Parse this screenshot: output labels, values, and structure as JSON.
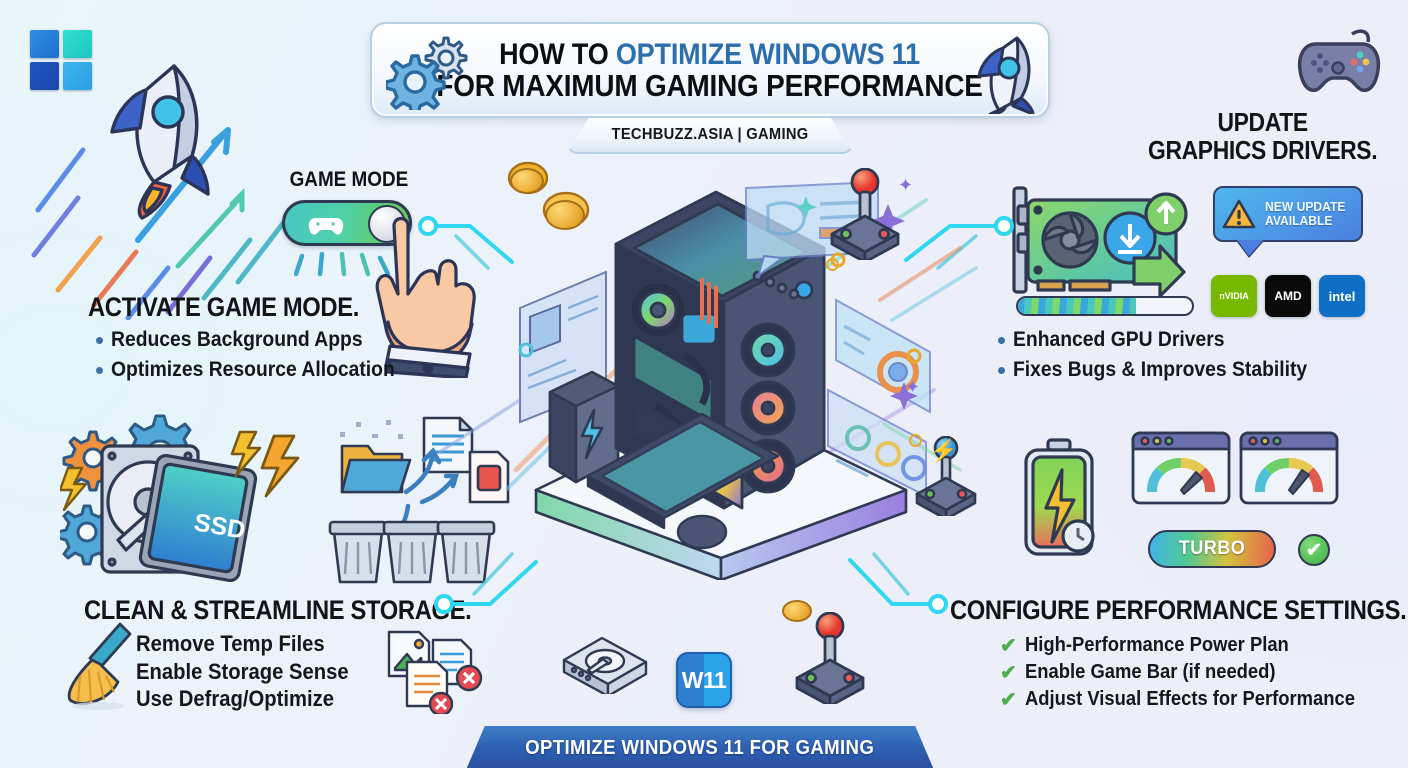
{
  "meta": {
    "accent_blue": "#2d6fae",
    "banner_blue": "#2f62b4",
    "bg_left": "#e6f6f8",
    "bg_right": "#eceef8"
  },
  "header": {
    "title_line1_prefix": "HOW TO ",
    "title_line1_highlight": "OPTIMIZE WINDOWS 11",
    "title_line2": "FOR MAXIMUM GAMING PERFORMANCE",
    "subtitle": "TECHBUZZ.ASIA | GAMING"
  },
  "toggle": {
    "label": "GAME MODE"
  },
  "sections": {
    "game_mode": {
      "heading": "ACTIVATE GAME MODE.",
      "bullets": [
        "Reduces Background Apps",
        "Optimizes Resource Allocation"
      ]
    },
    "graphics_drivers": {
      "heading_line1": "UPDATE",
      "heading_line2": "GRAPHICS DRIVERS.",
      "bullets": [
        "Enhanced GPU Drivers",
        "Fixes Bugs & Improves Stability"
      ],
      "notification": "NEW UPDATE AVAILABLE",
      "notification_line1": "NEW UPDATE",
      "notification_line2": "AVAILABLE",
      "vendors": [
        "nVIDIA",
        "AMD",
        "intel"
      ],
      "progress_percent": 68
    },
    "storage": {
      "heading": "CLEAN & STREAMLINE STORAGE.",
      "bullets": [
        "Remove Temp Files",
        "Enable Storage Sense",
        "Use Defrag/Optimize"
      ],
      "drive_label": "SSD"
    },
    "performance": {
      "heading": "CONFIGURE PERFORMANCE SETTINGS.",
      "bullets": [
        "High-Performance Power Plan",
        "Enable Game Bar (if needed)",
        "Adjust Visual Effects for Performance"
      ],
      "turbo_label": "TURBO"
    }
  },
  "center": {
    "os_badge": "W11"
  },
  "footer": {
    "banner": "OPTIMIZE WINDOWS 11 FOR GAMING"
  },
  "icons": {
    "windows_logo": "windows-logo-icon",
    "gamepad": "gamepad-icon",
    "rocket": "rocket-icon",
    "gears": "gears-icon",
    "hand_pointer": "hand-pointer-icon",
    "gpu_card": "gpu-card-icon",
    "warning": "warning-triangle-icon",
    "hard_drive": "hard-drive-icon",
    "ssd": "ssd-icon",
    "trash": "trash-can-icon",
    "broom": "broom-icon",
    "battery": "battery-icon",
    "gauge": "gauge-icon",
    "check": "check-mark-icon",
    "joystick": "joystick-icon",
    "coin": "coin-icon",
    "pc_tower": "pc-tower-icon"
  }
}
